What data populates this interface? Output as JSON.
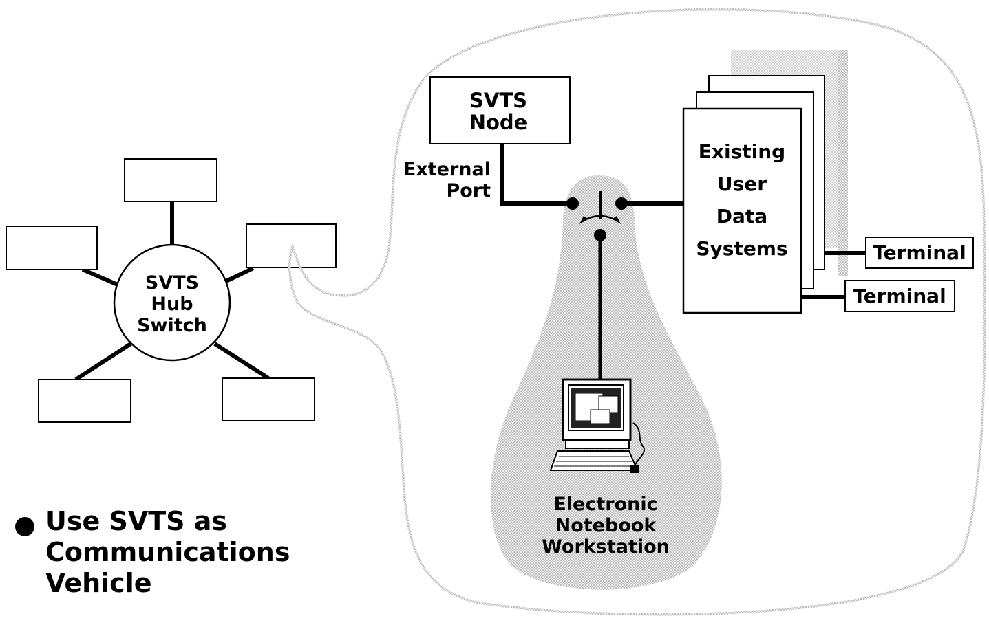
{
  "hub": {
    "line1": "SVTS",
    "line2": "Hub",
    "line3": "Switch"
  },
  "node": {
    "line1": "SVTS",
    "line2": "Node"
  },
  "external_port": {
    "line1": "External",
    "line2": "Port"
  },
  "systems": {
    "line1": "Existing",
    "line2": "User",
    "line3": "Data",
    "line4": "Systems"
  },
  "terminals": [
    "Terminal",
    "Terminal"
  ],
  "workstation": {
    "line1": "Electronic",
    "line2": "Notebook",
    "line3": "Workstation"
  },
  "bullet": {
    "line1": "Use SVTS as",
    "line2": "Communications",
    "line3": "Vehicle"
  },
  "colors": {
    "ink": "#000000",
    "shade": "#c8c8c8",
    "stipple": "#e4e4e4"
  }
}
